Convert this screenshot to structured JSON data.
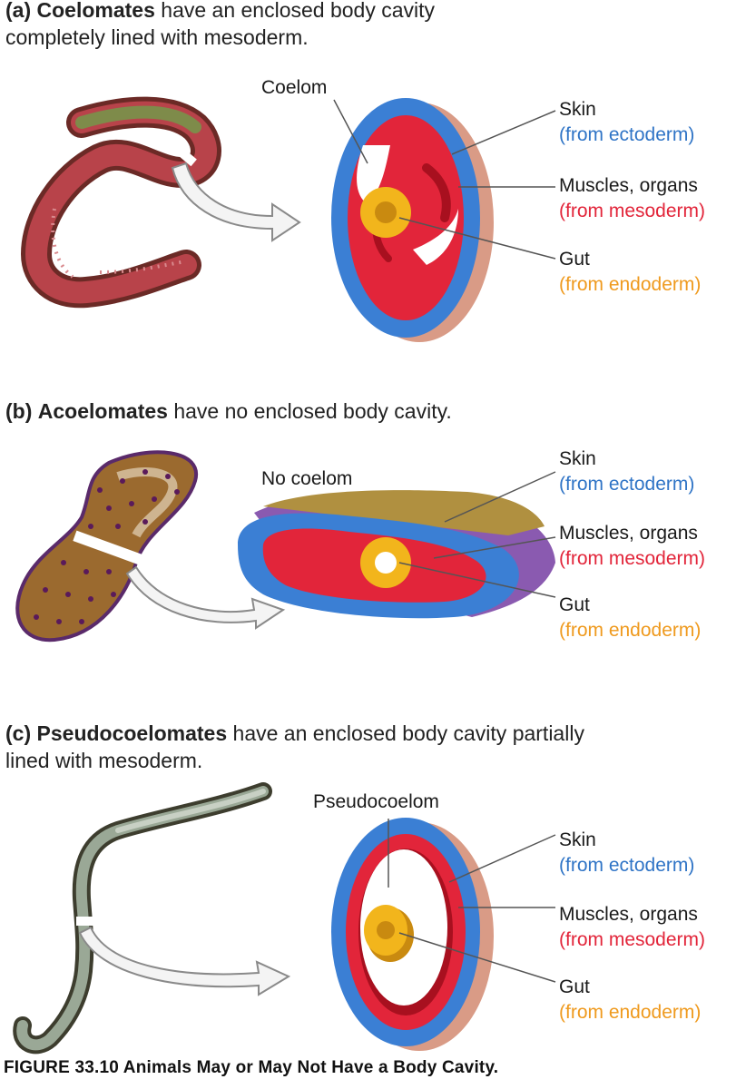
{
  "panel_a": {
    "prefix": "(a)",
    "term": "Coelomates",
    "line1_rest": " have an enclosed body cavity",
    "line2": "completely lined with mesoderm.",
    "cavity_label": "Coelom",
    "skin": "Skin",
    "skin_src": "(from ectoderm)",
    "muscles": "Muscles, organs",
    "muscles_src": "(from mesoderm)",
    "gut": "Gut",
    "gut_src": "(from endoderm)"
  },
  "panel_b": {
    "prefix": "(b)",
    "term": "Acoelomates",
    "line1_rest": " have no enclosed body cavity.",
    "cavity_label": "No coelom",
    "skin": "Skin",
    "skin_src": "(from ectoderm)",
    "muscles": "Muscles, organs",
    "muscles_src": "(from mesoderm)",
    "gut": "Gut",
    "gut_src": "(from endoderm)"
  },
  "panel_c": {
    "prefix": "(c)",
    "term": "Pseudocoelomates",
    "line1_rest": " have an enclosed body cavity partially",
    "line2": "lined with mesoderm.",
    "cavity_label": "Pseudocoelom",
    "skin": "Skin",
    "skin_src": "(from ectoderm)",
    "muscles": "Muscles, organs",
    "muscles_src": "(from mesoderm)",
    "gut": "Gut",
    "gut_src": "(from endoderm)"
  },
  "caption": "FIGURE 33.10  Animals May or May Not Have a Body Cavity.",
  "colors": {
    "ectoderm": "#3b7fd4",
    "mesoderm": "#e2253a",
    "endoderm": "#f2b51c",
    "label_blue": "#2f74c6",
    "label_red": "#e2253a",
    "label_orange": "#ef9a1e"
  }
}
